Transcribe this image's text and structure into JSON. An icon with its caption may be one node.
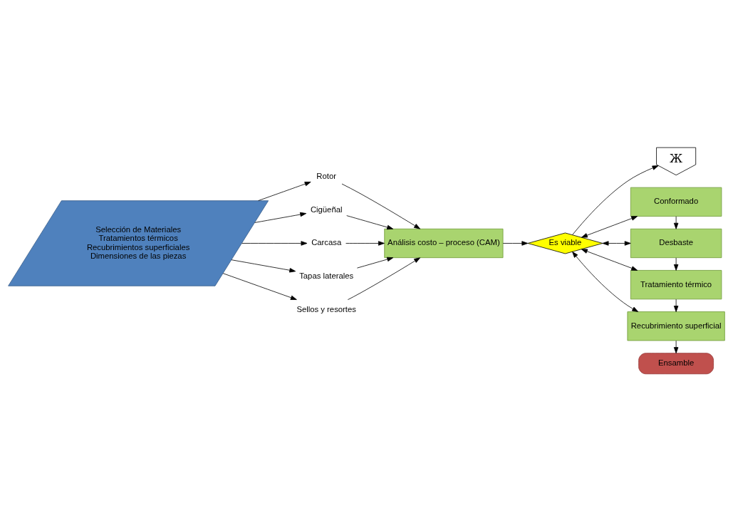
{
  "diagram": {
    "nodes": [
      {
        "text": [
          "Selección de Materiales",
          "Tratamientos térmicos",
          "Recubrimientos superficiales",
          "Dimensiones de las piezas"
        ]
      },
      {
        "text": [
          "Rotor"
        ]
      },
      {
        "text": [
          "Cigüeñal"
        ]
      },
      {
        "text": [
          "Carcasa"
        ]
      },
      {
        "text": [
          "Tapas laterales"
        ]
      },
      {
        "text": [
          "Sellos y resortes"
        ]
      },
      {
        "text": [
          "Análisis costo – proceso (CAM)"
        ]
      },
      {
        "text": [
          "Es viable"
        ]
      },
      {
        "text": [
          "Ж"
        ]
      },
      {
        "text": [
          "Conformado"
        ]
      },
      {
        "text": [
          "Desbaste"
        ]
      },
      {
        "text": [
          "Tratamiento térmico"
        ]
      },
      {
        "text": [
          "Recubrimiento superficial"
        ]
      },
      {
        "text": [
          "Ensamble"
        ]
      }
    ],
    "edges": [
      {
        "from": 0,
        "to": 1,
        "arrow": "to"
      },
      {
        "from": 0,
        "to": 2,
        "arrow": "to"
      },
      {
        "from": 0,
        "to": 3,
        "arrow": "to"
      },
      {
        "from": 0,
        "to": 4,
        "arrow": "to"
      },
      {
        "from": 0,
        "to": 5,
        "arrow": "to"
      },
      {
        "from": 1,
        "to": 6,
        "arrow": "to"
      },
      {
        "from": 2,
        "to": 6,
        "arrow": "to"
      },
      {
        "from": 3,
        "to": 6,
        "arrow": "to"
      },
      {
        "from": 4,
        "to": 6,
        "arrow": "to"
      },
      {
        "from": 5,
        "to": 6,
        "arrow": "to"
      },
      {
        "from": 6,
        "to": 7,
        "arrow": "to"
      },
      {
        "from": 7,
        "to": 8,
        "arrow": "to"
      },
      {
        "from": 7,
        "to": 9,
        "arrow": "both"
      },
      {
        "from": 7,
        "to": 10,
        "arrow": "both"
      },
      {
        "from": 7,
        "to": 11,
        "arrow": "both"
      },
      {
        "from": 7,
        "to": 12,
        "arrow": "both"
      },
      {
        "from": 9,
        "to": 10,
        "arrow": "to"
      },
      {
        "from": 10,
        "to": 11,
        "arrow": "to"
      },
      {
        "from": 11,
        "to": 12,
        "arrow": "to"
      },
      {
        "from": 12,
        "to": 13,
        "arrow": "to"
      }
    ]
  }
}
